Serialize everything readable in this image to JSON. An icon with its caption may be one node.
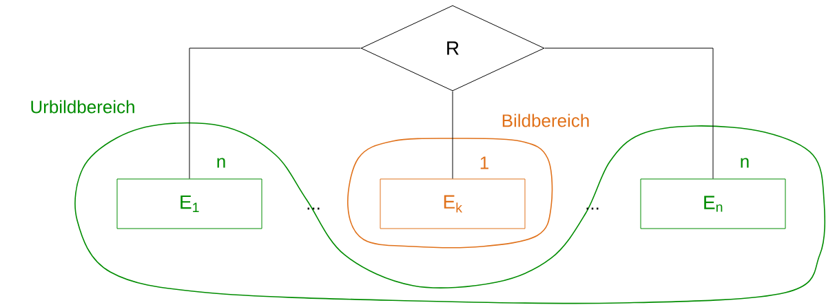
{
  "diagram": {
    "nodes": [
      {
        "text": [
          "R"
        ]
      },
      {
        "text": [
          "Urbildbereich"
        ]
      },
      {
        "text": [
          "E$_{1}$"
        ],
        "in": 1
      },
      {
        "text": [
          "Bildbereich"
        ]
      },
      {
        "text": [
          "E$_{k}$"
        ],
        "in": 3
      },
      {
        "text": [
          "E$_{n}$"
        ],
        "in": 1
      }
    ],
    "edges": [
      {
        "from": 0,
        "to": 2,
        "arrow": "none",
        "label": "n"
      },
      {
        "from": 0,
        "to": 4,
        "arrow": "none",
        "label": "1"
      },
      {
        "from": 0,
        "to": 5,
        "arrow": "none",
        "label": "n"
      }
    ],
    "labels": [
      "...",
      "..."
    ]
  }
}
